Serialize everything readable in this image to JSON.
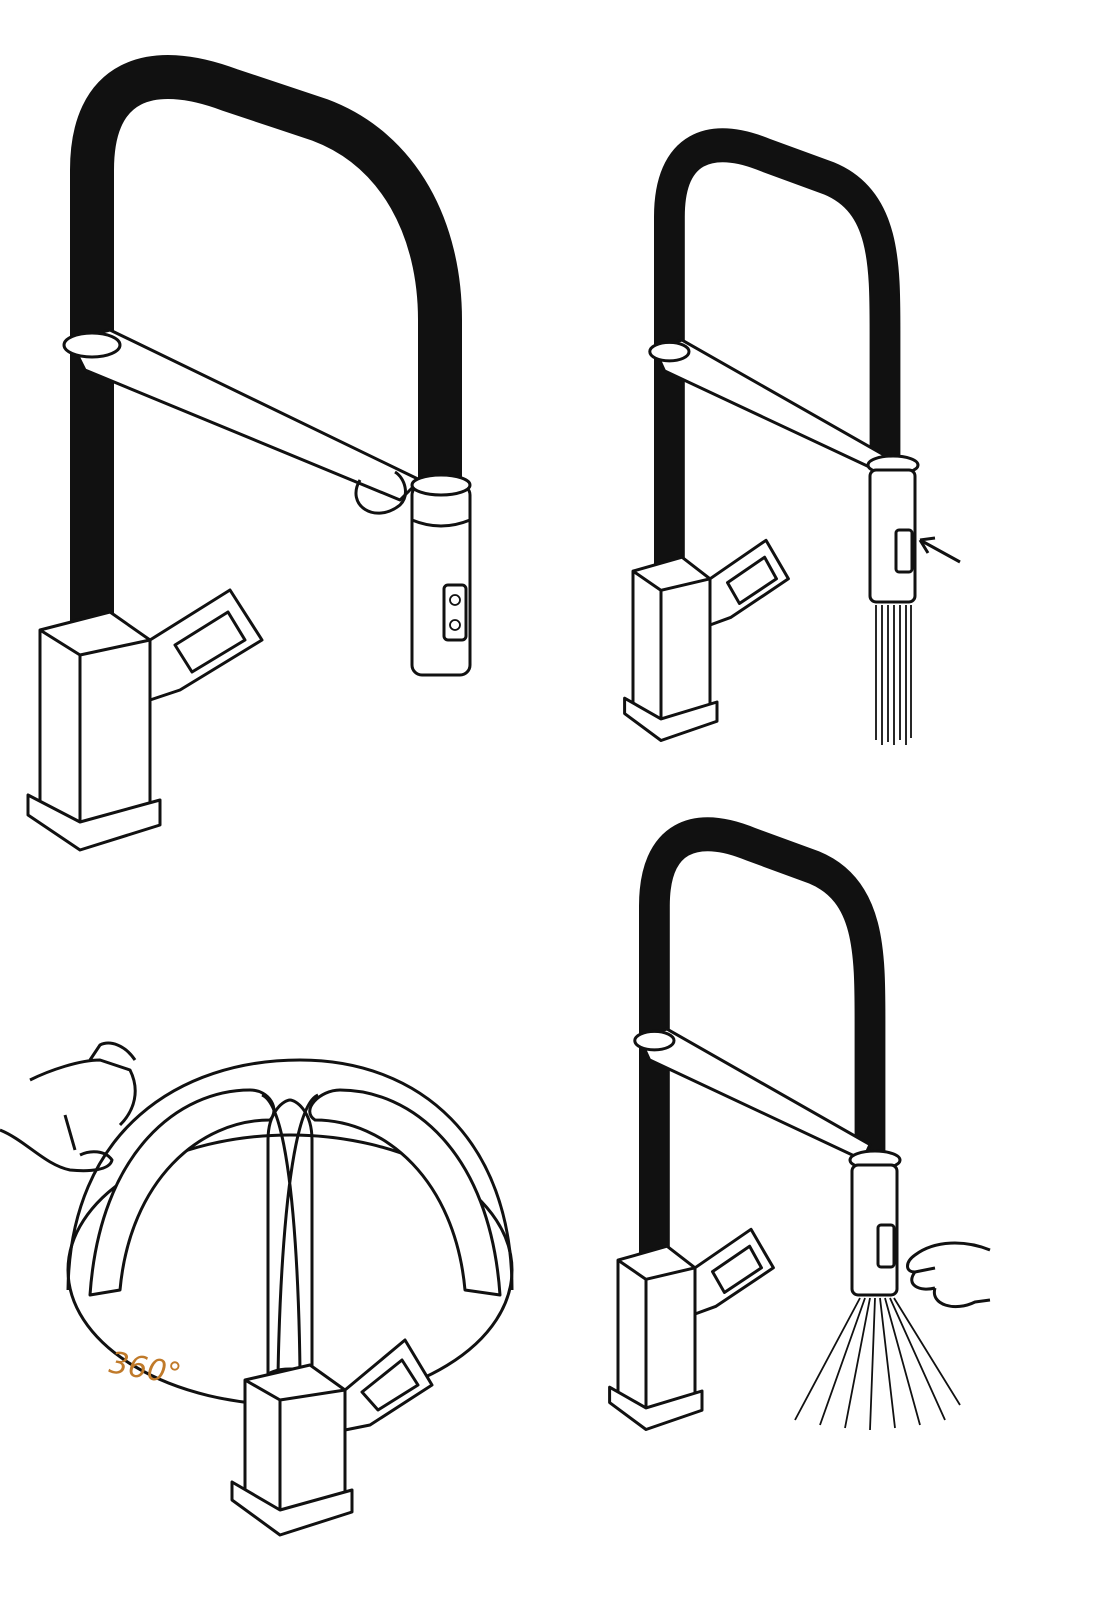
{
  "diagram": {
    "title": "",
    "panels": [
      {
        "id": "hook-spray-head",
        "label": ""
      },
      {
        "id": "stream-mode",
        "label": ""
      },
      {
        "id": "swivel",
        "label": "360°"
      },
      {
        "id": "spray-mode",
        "label": ""
      }
    ],
    "colors": {
      "line": "#111111",
      "label": "#c07a2a",
      "background": "#ffffff"
    }
  }
}
